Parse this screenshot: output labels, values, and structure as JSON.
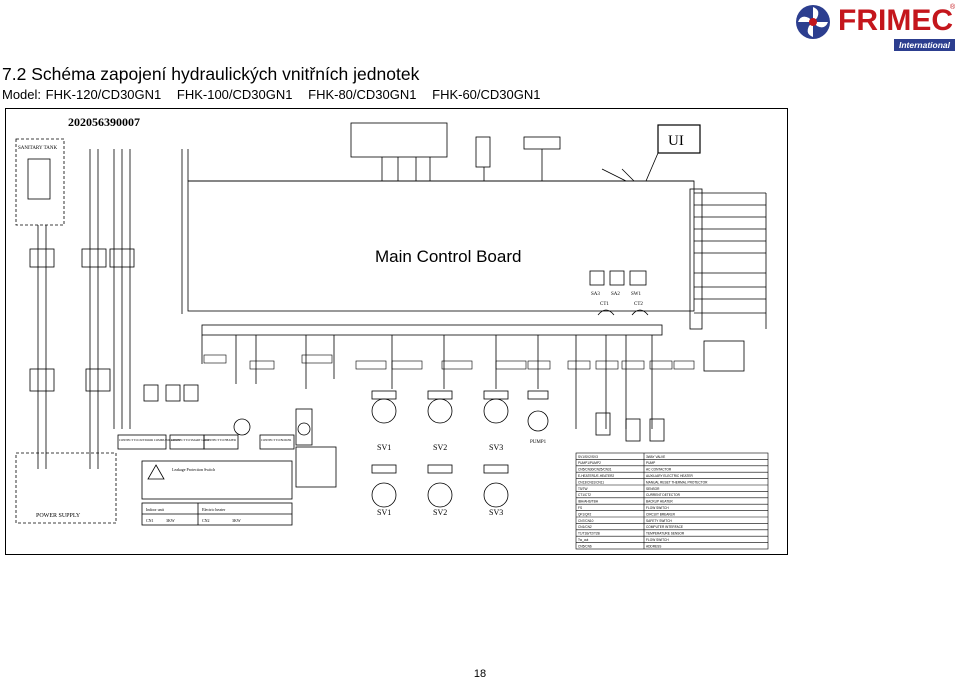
{
  "header": {
    "title": "7.2 Schéma zapojení hydraulických vnitřních jednotek",
    "model_prefix": "Model:",
    "models": [
      "FHK-120/CD30GN1",
      "FHK-100/CD30GN1",
      "FHK-80/CD30GN1",
      "FHK-60/CD30GN1"
    ]
  },
  "logo": {
    "brand": "FRIMEC",
    "subtitle": "International",
    "reg_mark": "®",
    "brand_color": "#c4161c",
    "sub_color": "#2c3e8f"
  },
  "diagram": {
    "serial": "202056390007",
    "board_title": "Main Control Board",
    "ui_label": "UI",
    "sanitary_tank": "SANITARY TANK",
    "power_supply": "POWER SUPPLY",
    "valves_top": [
      "SV1",
      "SV2",
      "SV3"
    ],
    "valves_bottom": [
      "SV1",
      "SV2",
      "SV3"
    ],
    "pump_label": "PUMP1",
    "dip_switches": [
      "SA3",
      "SA2",
      "SW1"
    ],
    "transformers": [
      "CT1",
      "CT2"
    ],
    "connect_boxes": [
      "CONNECT TO OUTDOOR COMMUNICATION",
      "CONNECT TO SMART GRID",
      "CONNECT TO HEATER",
      "CONNECT TO BOILER"
    ],
    "warning_text": "Leakage Protection Switch",
    "unit_table_headers": [
      "Indoor unit",
      "Electric heater"
    ],
    "unit_table_values": [
      "CN1",
      "3KW",
      "CN2",
      "3KW"
    ],
    "legend_rows": [
      [
        "SV1/SV2/SV3",
        "3WAY VALVE"
      ],
      [
        "PUMP1/PUMP2",
        "PUMP"
      ],
      [
        "CN5/CN30/CN25/CN31",
        "AC CONTACTOR"
      ],
      [
        "E-HEATER1/E-HEATER2",
        "AUXILIARY ELECTRIC HEATER"
      ],
      [
        "CN13/CN31/CN11",
        "MANUAL RESET THERMAL PROTECTOR"
      ],
      [
        "T5/TW",
        "SENSOR"
      ],
      [
        "CT1/CT2",
        "CURRENT DETECTOR"
      ],
      [
        "IBH/AHS/TBH",
        "BACKUP HEATER"
      ],
      [
        "FS",
        "FLOW SWITCH"
      ],
      [
        "QF1/QF2",
        "CIRCUIT BREAKER"
      ],
      [
        "CN7/CN10",
        "SAFETY SWITCH"
      ],
      [
        "CN1/CN2",
        "COMPUTER INTERFACE"
      ],
      [
        "T1/T1B/T2/T2B",
        "TEMPERATURE SENSOR"
      ],
      [
        "Tw_out",
        "FLOW SWITCH"
      ],
      [
        "CN5/CN6",
        "ADDRESS"
      ]
    ]
  },
  "footer": {
    "page_number": "18"
  }
}
